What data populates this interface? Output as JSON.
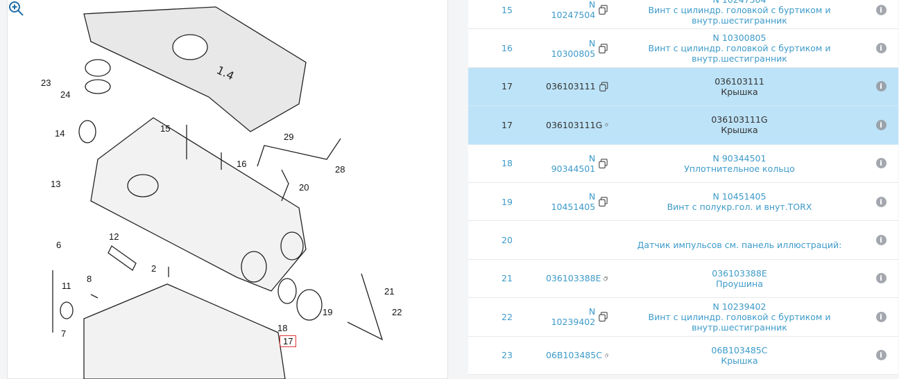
{
  "diagram": {
    "cover_label": "1.4",
    "callouts": [
      "23",
      "24",
      "14",
      "15",
      "29",
      "16",
      "28",
      "13",
      "20",
      "12",
      "6",
      "2",
      "11",
      "8",
      "21",
      "19",
      "18",
      "17",
      "7",
      "22"
    ],
    "highlighted": "17",
    "zoom_icon": "zoom-in-icon"
  },
  "parts": [
    {
      "num": "15",
      "part": "N 10247504",
      "code": "N 10247504",
      "desc": "Винт с цилиндр. головкой с буртиком и внутр.шестигранник",
      "selected": false
    },
    {
      "num": "16",
      "part": "N 10300805",
      "code": "N 10300805",
      "desc": "Винт с цилиндр. головкой с буртиком и внутр.шестигранник",
      "selected": false
    },
    {
      "num": "17",
      "part": "036103111",
      "code": "036103111",
      "desc": "Крышка",
      "selected": true
    },
    {
      "num": "17",
      "part": "036103111G",
      "code": "036103111G",
      "desc": "Крышка",
      "selected": true
    },
    {
      "num": "18",
      "part": "N 90344501",
      "code": "N 90344501",
      "desc": "Уплотнительное кольцо",
      "selected": false
    },
    {
      "num": "19",
      "part": "N 10451405",
      "code": "N 10451405",
      "desc": "Винт с полукр.гол. и внут.TORX",
      "selected": false
    },
    {
      "num": "20",
      "part": "",
      "code": "",
      "desc": "Датчик импульсов см. панель иллюстраций:",
      "selected": false
    },
    {
      "num": "21",
      "part": "036103388E",
      "code": "036103388E",
      "desc": "Проушина",
      "selected": false
    },
    {
      "num": "22",
      "part": "N 10239402",
      "code": "N 10239402",
      "desc": "Винт с цилиндр. головкой с буртиком и внутр.шестигранник",
      "selected": false
    },
    {
      "num": "23",
      "part": "06B103485C",
      "code": "06B103485C",
      "desc": "Крышка",
      "selected": false
    }
  ]
}
